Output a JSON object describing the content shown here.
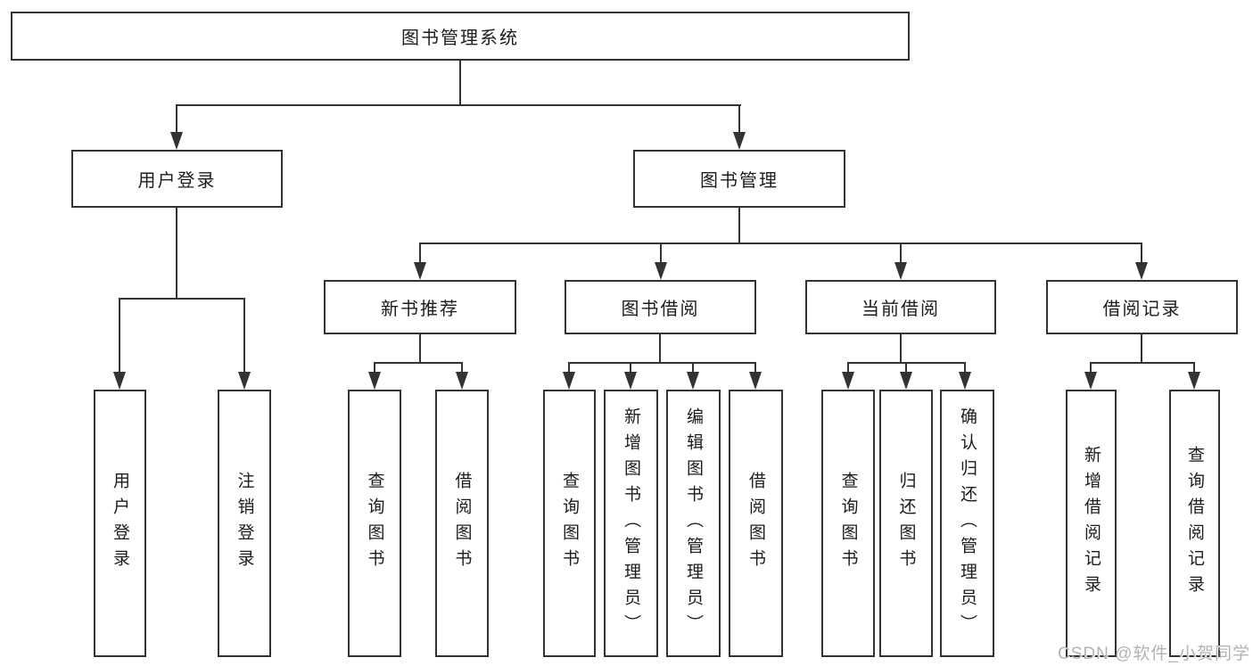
{
  "tree": {
    "root": {
      "label": "图书管理系统"
    },
    "level2": [
      {
        "label": "用户登录"
      },
      {
        "label": "图书管理"
      }
    ],
    "level3": [
      {
        "label": "新书推荐"
      },
      {
        "label": "图书借阅"
      },
      {
        "label": "当前借阅"
      },
      {
        "label": "借阅记录"
      }
    ],
    "leaves": {
      "login": [
        {
          "label": "用户登录"
        },
        {
          "label": "注销登录"
        }
      ],
      "new_books": [
        {
          "label": "查询图书"
        },
        {
          "label": "借阅图书"
        }
      ],
      "book_borrow": [
        {
          "label": "查询图书"
        },
        {
          "label": "新增图书（管理员）"
        },
        {
          "label": "编辑图书（管理员）"
        },
        {
          "label": "借阅图书"
        }
      ],
      "current_borrow": [
        {
          "label": "查询图书"
        },
        {
          "label": "归还图书"
        },
        {
          "label": "确认归还（管理员）"
        }
      ],
      "borrow_records": [
        {
          "label": "新增借阅记录"
        },
        {
          "label": "查询借阅记录"
        }
      ]
    }
  },
  "watermark": {
    "text": "CSDN @软件_小贺同学"
  },
  "colors": {
    "line": "#333333",
    "border": "#333333",
    "text": "#1c1c1c",
    "watermark": "#b3b3b3",
    "background": "#ffffff"
  }
}
